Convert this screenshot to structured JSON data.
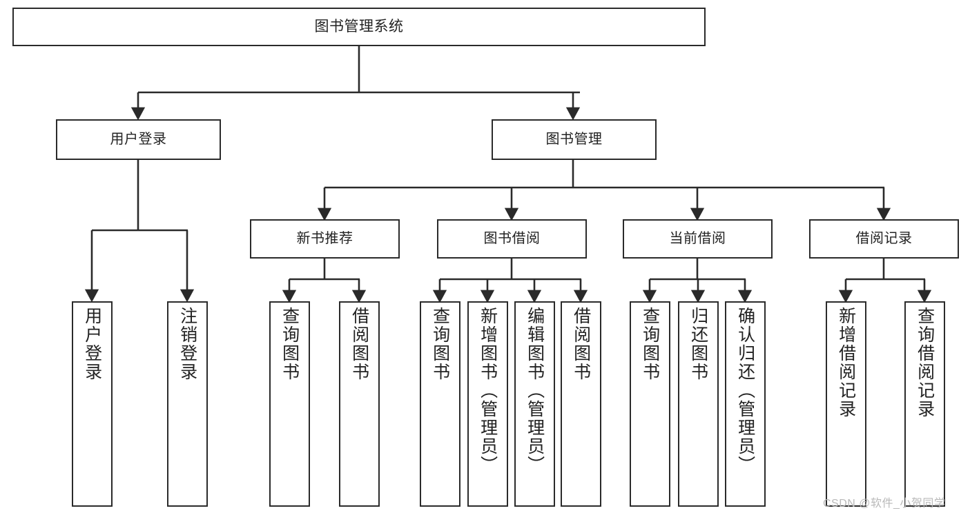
{
  "diagram": {
    "title": "图书管理系统",
    "watermark": "CSDN @软件_小贺同学",
    "colors": {
      "background": "#ffffff",
      "box_border": "#2a2a2a",
      "box_fill": "#ffffff",
      "connector": "#2a2a2a",
      "text": "#222222",
      "watermark_text": "#b9b9b9"
    },
    "levels": {
      "root": {
        "label": "图书管理系统"
      },
      "level2": [
        {
          "id": "user-login",
          "label": "用户登录"
        },
        {
          "id": "book-manage",
          "label": "图书管理"
        }
      ],
      "level3": [
        {
          "id": "new-book-rec",
          "label": "新书推荐"
        },
        {
          "id": "book-borrow",
          "label": "图书借阅"
        },
        {
          "id": "current-borrow",
          "label": "当前借阅"
        },
        {
          "id": "borrow-record",
          "label": "借阅记录"
        }
      ],
      "leaves": {
        "user-login": [
          {
            "id": "leaf-user-login",
            "label": "用户登录"
          },
          {
            "id": "leaf-logout-login",
            "label": "注销登录"
          }
        ],
        "new-book-rec": [
          {
            "id": "leaf-query-book-1",
            "label": "查询图书"
          },
          {
            "id": "leaf-borrow-book-1",
            "label": "借阅图书"
          }
        ],
        "book-borrow": [
          {
            "id": "leaf-query-book-2",
            "label": "查询图书"
          },
          {
            "id": "leaf-add-book",
            "label": "新增图书（管理员）"
          },
          {
            "id": "leaf-edit-book",
            "label": "编辑图书（管理员）"
          },
          {
            "id": "leaf-borrow-book-2",
            "label": "借阅图书"
          }
        ],
        "current-borrow": [
          {
            "id": "leaf-query-book-3",
            "label": "查询图书"
          },
          {
            "id": "leaf-return-book",
            "label": "归还图书"
          },
          {
            "id": "leaf-confirm-return",
            "label": "确认归还（管理员）"
          }
        ],
        "borrow-record": [
          {
            "id": "leaf-add-record",
            "label": "新增借阅记录"
          },
          {
            "id": "leaf-query-record",
            "label": "查询借阅记录"
          }
        ]
      }
    }
  }
}
